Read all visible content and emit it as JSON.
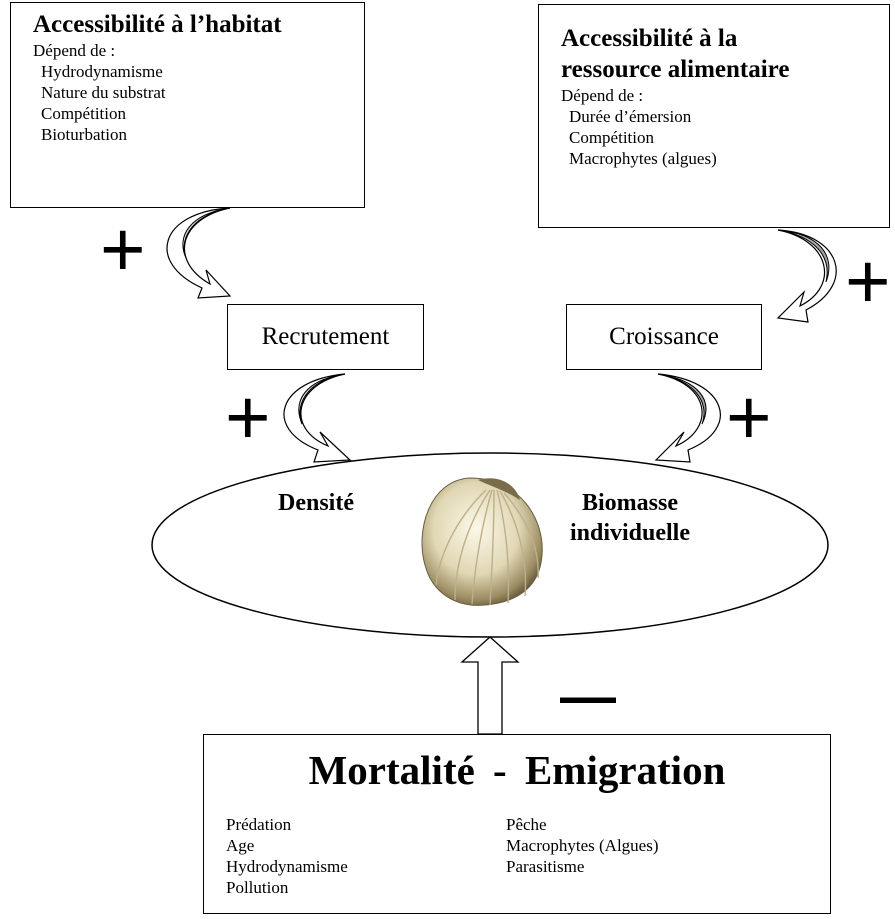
{
  "habitat": {
    "title": "Accessibilité à l’habitat",
    "depends_label": "Dépend de :",
    "items": [
      "Hydrodynamisme",
      "Nature du substrat",
      "Compétition",
      "Bioturbation"
    ]
  },
  "ressource": {
    "title_line1": "Accessibilité à la",
    "title_line2": "ressource alimentaire",
    "depends_label": "Dépend de :",
    "items": [
      "Durée d’émersion",
      "Compétition",
      "Macrophytes (algues)"
    ]
  },
  "nodes": {
    "recrutement": "Recrutement",
    "croissance": "Croissance"
  },
  "signs": {
    "plus": "+",
    "minus": "—"
  },
  "center": {
    "densite": "Densité",
    "biomasse_line1": "Biomasse",
    "biomasse_line2": "individuelle",
    "icon": "cockle-shell-icon"
  },
  "mortalite": {
    "title": "Mortalité - Emigration",
    "col1": [
      "Prédation",
      "Age",
      "Hydrodynamisme",
      "Pollution"
    ],
    "col2": [
      "Pêche",
      "Macrophytes (Algues)",
      "Parasitisme"
    ]
  }
}
